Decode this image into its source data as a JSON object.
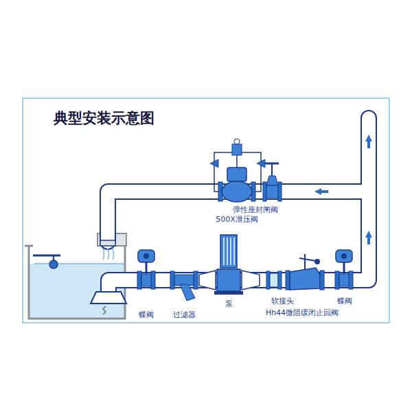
{
  "diagram": {
    "title": "典型安装示意图",
    "labels": [
      "弹性座封闸阀",
      "500X泄压阀",
      "蝶阀",
      "过滤器",
      "泵",
      "软接头",
      "Hh44微阻缓闭止回阀",
      "蝶阀"
    ]
  }
}
